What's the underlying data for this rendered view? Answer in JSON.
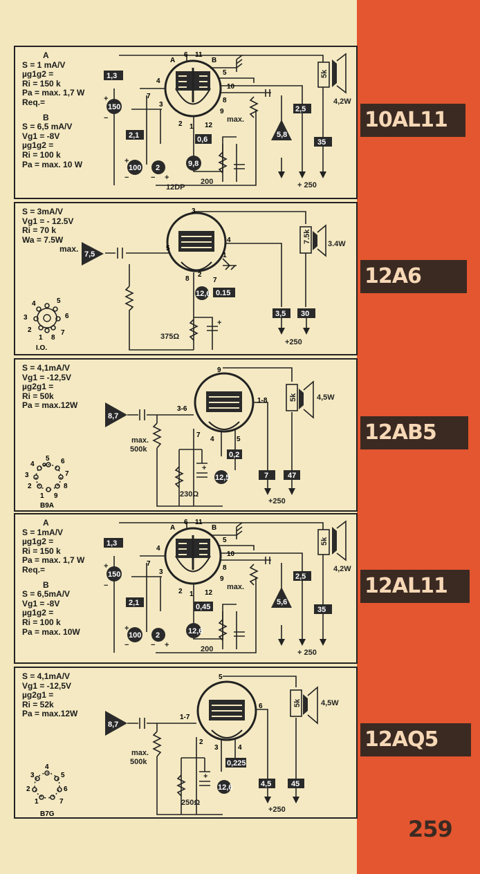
{
  "page_number": "259",
  "tubes": [
    {
      "id": "10AL11",
      "specs_a_header": "A",
      "specs_a": [
        "S = 1 mA/V",
        "µg1g2 =",
        "Ri = 150 k",
        "Pa = max. 1,7 W",
        "Req.="
      ],
      "specs_b_header": "B",
      "specs_b": [
        "S = 6,5 mA/V",
        "Vg1 = -8V",
        "µg1g2 =",
        "Ri = 100 k",
        "Pa = max. 10 W"
      ],
      "base": "12DP",
      "values": {
        "v1": "1,3",
        "v2": "150",
        "v3": "2,1",
        "v4": "100",
        "v5": "2",
        "v6": "0,6",
        "v7": "9,8",
        "v8": "200",
        "v9": "5,8",
        "v10": "2,5",
        "v11": "35",
        "r": "max.",
        "spk_r": "5k",
        "spk_w": "4,2W",
        "b": "+ 250"
      },
      "pins": {
        "a": "A",
        "b": "B",
        "p6": "6",
        "p11": "11",
        "p5": "5",
        "p4": "4",
        "p10": "10",
        "p7": "7",
        "p3": "3",
        "p8": "8",
        "p9": "9",
        "p2": "2",
        "p1": "1",
        "p12": "12"
      }
    },
    {
      "id": "12A6",
      "specs": [
        "S = 3mA/V",
        "Vg1 = - 12.5V",
        "Ri = 70 k",
        "Wa = 7.5W",
        "max."
      ],
      "base": "I.O.",
      "socket_pins": [
        "1",
        "2",
        "3",
        "4",
        "5",
        "6",
        "7",
        "8"
      ],
      "values": {
        "drive": "7,5",
        "v1": "12,6",
        "v2": "0.15",
        "r": "375Ω",
        "v3": "3,5",
        "v4": "30",
        "spk_r": "7.5k",
        "spk_w": "3.4W",
        "b": "+250"
      },
      "pins": {
        "p3": "3",
        "p5": "5",
        "p4": "4",
        "p1": "1",
        "p8": "8",
        "p2": "2",
        "p7": "7"
      }
    },
    {
      "id": "12AB5",
      "specs": [
        "S = 4,1mA/V",
        "Vg1 = -12,5V",
        "µg2g1 =",
        "Ri = 50k",
        "Pa = max.12W"
      ],
      "base": "B9A",
      "socket_pins": [
        "1",
        "2",
        "3",
        "4",
        "5",
        "6",
        "7",
        "8",
        "9"
      ],
      "values": {
        "drive": "8,7",
        "r1": "max.",
        "r1b": "500k",
        "r2": "230Ω",
        "v1": "0,2",
        "v2": "12,5",
        "v3": "7",
        "v4": "47",
        "spk_r": "5k",
        "spk_w": "4,5W",
        "b": "+250"
      },
      "pins": {
        "p9": "9",
        "p36": "3-6",
        "p18": "1-8",
        "p7": "7",
        "p4": "4",
        "p5": "5"
      }
    },
    {
      "id": "12AL11",
      "specs_a_header": "A",
      "specs_a": [
        "S = 1mA/V",
        "µg1g2 =",
        "Ri = 150 k",
        "Pa = max. 1,7 W",
        "Req.="
      ],
      "specs_b_header": "B",
      "specs_b": [
        "S = 6,5mA/V",
        "Vg1 = -8V",
        "µg1g2 =",
        "Ri = 100 k",
        "Pa = max. 10W"
      ],
      "values": {
        "v1": "1,3",
        "v2": "150",
        "v3": "2,1",
        "v4": "100",
        "v5": "2",
        "v6": "0,45",
        "v7": "12,6",
        "v8": "200",
        "v9": "5,6",
        "v10": "2,5",
        "v11": "35",
        "r": "max.",
        "spk_r": "5k",
        "spk_w": "4,2W",
        "b": "+ 250"
      },
      "pins": {
        "a": "A",
        "b": "B",
        "p6": "6",
        "p11": "11",
        "p5": "5",
        "p4": "4",
        "p10": "10",
        "p7": "7",
        "p3": "3",
        "p8": "8",
        "p9": "9",
        "p2": "2",
        "p1": "1",
        "p12": "12"
      }
    },
    {
      "id": "12AQ5",
      "specs": [
        "S = 4,1mA/V",
        "Vg1 = -12,5V",
        "µg2g1 =",
        "Ri = 52k",
        "Pa = max.12W"
      ],
      "base": "B7G",
      "socket_pins": [
        "1",
        "2",
        "3",
        "4",
        "5",
        "6",
        "7"
      ],
      "values": {
        "drive": "8,7",
        "r1": "max.",
        "r1b": "500k",
        "r2": "250Ω",
        "v1": "0,225",
        "v2": "12,6",
        "v3": "4,5",
        "v4": "45",
        "spk_r": "5k",
        "spk_w": "4,5W",
        "b": "+250"
      },
      "pins": {
        "p5": "5",
        "p17": "1-7",
        "p6": "6",
        "p2": "2",
        "p3": "3",
        "p4": "4"
      }
    }
  ]
}
